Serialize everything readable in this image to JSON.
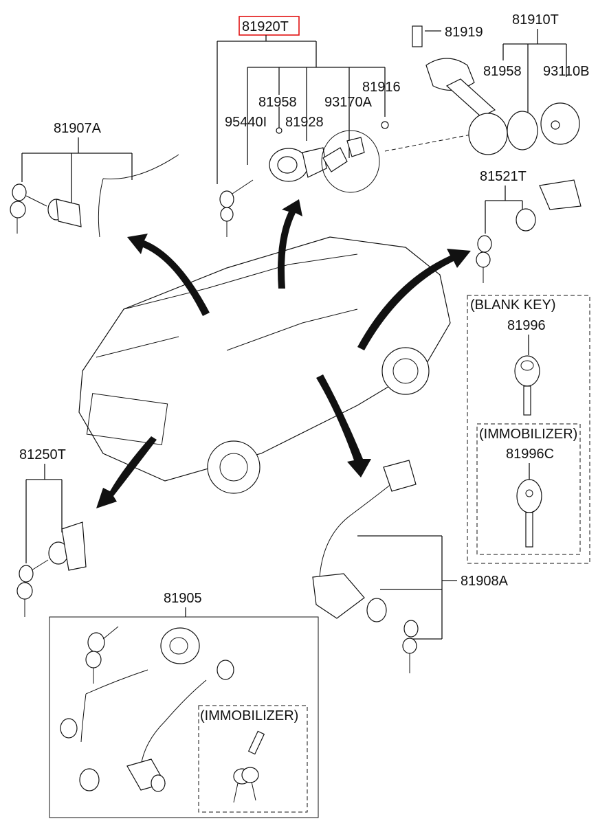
{
  "diagram": {
    "highlight_color": "#e11111",
    "labels": {
      "main_assembly": "81920T",
      "p95440I": "95440I",
      "p81958_a": "81958",
      "p81928": "81928",
      "p93170A": "93170A",
      "p81916": "81916",
      "p81919": "81919",
      "p81910T": "81910T",
      "p81958_b": "81958",
      "p93110B": "93110B",
      "p81907A": "81907A",
      "p81521T": "81521T",
      "p81250T": "81250T",
      "p81908A": "81908A",
      "p81905": "81905",
      "p81996": "81996",
      "p81996C": "81996C"
    },
    "boxes": {
      "blank_key": "(BLANK KEY)",
      "immobilizer_right": "(IMMOBILIZER)",
      "immobilizer_bottom": "(IMMOBILIZER)"
    }
  }
}
